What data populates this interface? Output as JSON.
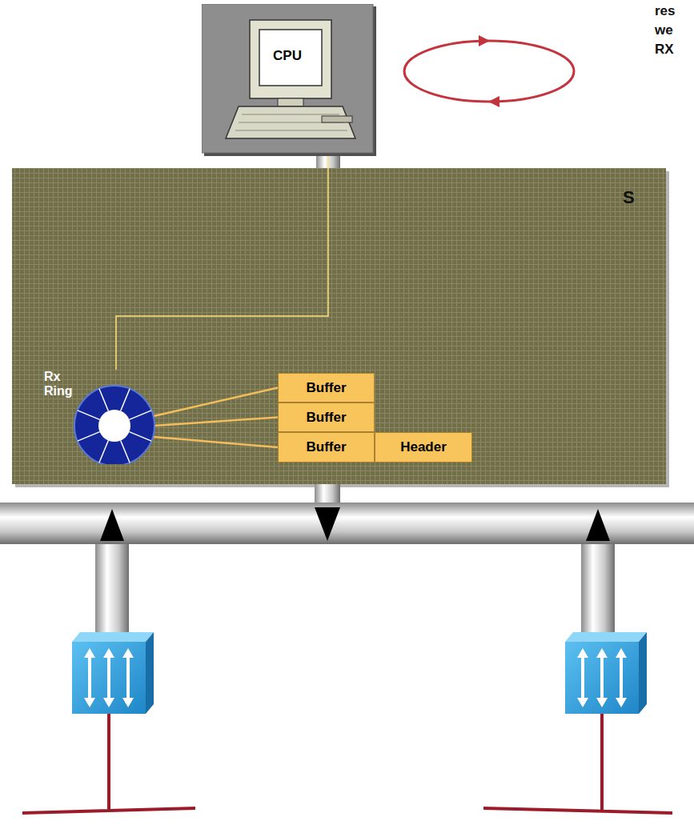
{
  "diagram": {
    "nodes": [
      {
        "text": [
          "CPU"
        ]
      },
      {
        "text": [
          "Rx Ring"
        ]
      },
      {
        "text": [
          "Buffer"
        ]
      },
      {
        "text": [
          "Buffer"
        ]
      },
      {
        "text": [
          "Buffer"
        ]
      },
      {
        "text": [
          "Header"
        ]
      }
    ],
    "edges": [
      {
        "from": 1,
        "to": 0,
        "arrow": "none"
      },
      {
        "from": 1,
        "to": 2,
        "arrow": "none"
      },
      {
        "from": 1,
        "to": 3,
        "arrow": "none"
      },
      {
        "from": 1,
        "to": 4,
        "arrow": "none"
      }
    ],
    "labels": [
      "res",
      "we",
      "RX",
      "S"
    ]
  }
}
